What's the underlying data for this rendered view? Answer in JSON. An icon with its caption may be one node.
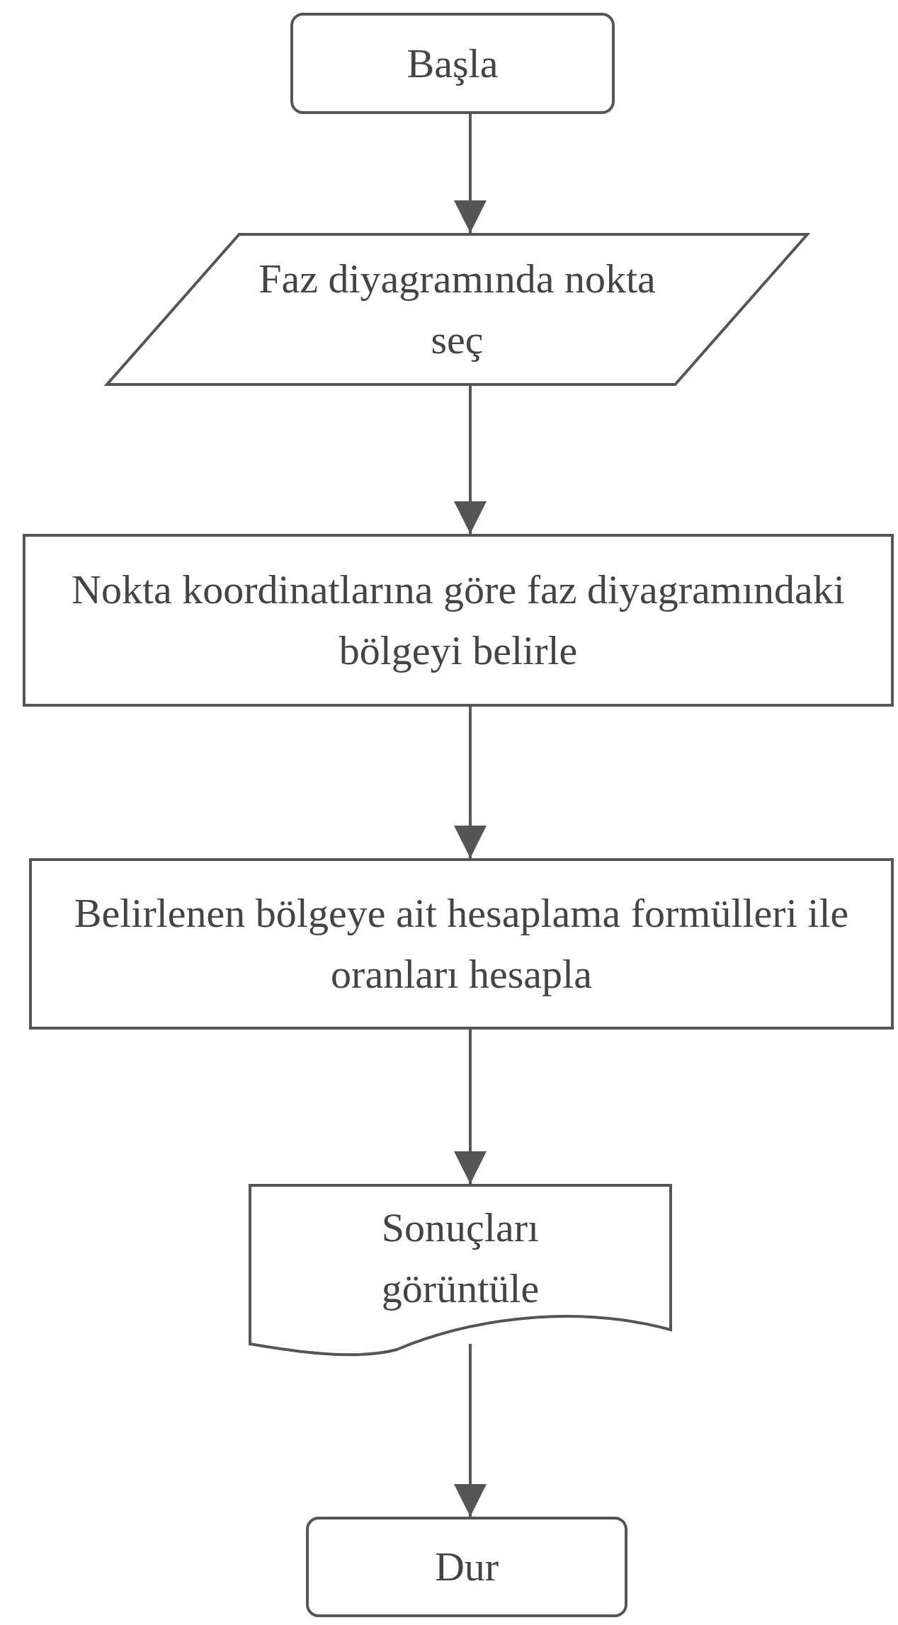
{
  "diagram": {
    "nodes": [
      {
        "text": [
          "Başla"
        ]
      },
      {
        "text": [
          "Faz diyagramında nokta seç"
        ]
      },
      {
        "text": [
          "Nokta koordinatlarına göre faz diyagramındaki bölgeyi belirle"
        ]
      },
      {
        "text": [
          "Belirlenen bölgeye ait hesaplama formülleri ile oranları hesapla"
        ]
      },
      {
        "text": [
          "Sonuçları görüntüle"
        ]
      },
      {
        "text": [
          "Dur"
        ]
      }
    ],
    "edges": [
      {
        "from": 0,
        "to": 1,
        "arrow": "to"
      },
      {
        "from": 1,
        "to": 2,
        "arrow": "to"
      },
      {
        "from": 2,
        "to": 3,
        "arrow": "to"
      },
      {
        "from": 3,
        "to": 4,
        "arrow": "to"
      },
      {
        "from": 4,
        "to": 5,
        "arrow": "to"
      }
    ]
  }
}
